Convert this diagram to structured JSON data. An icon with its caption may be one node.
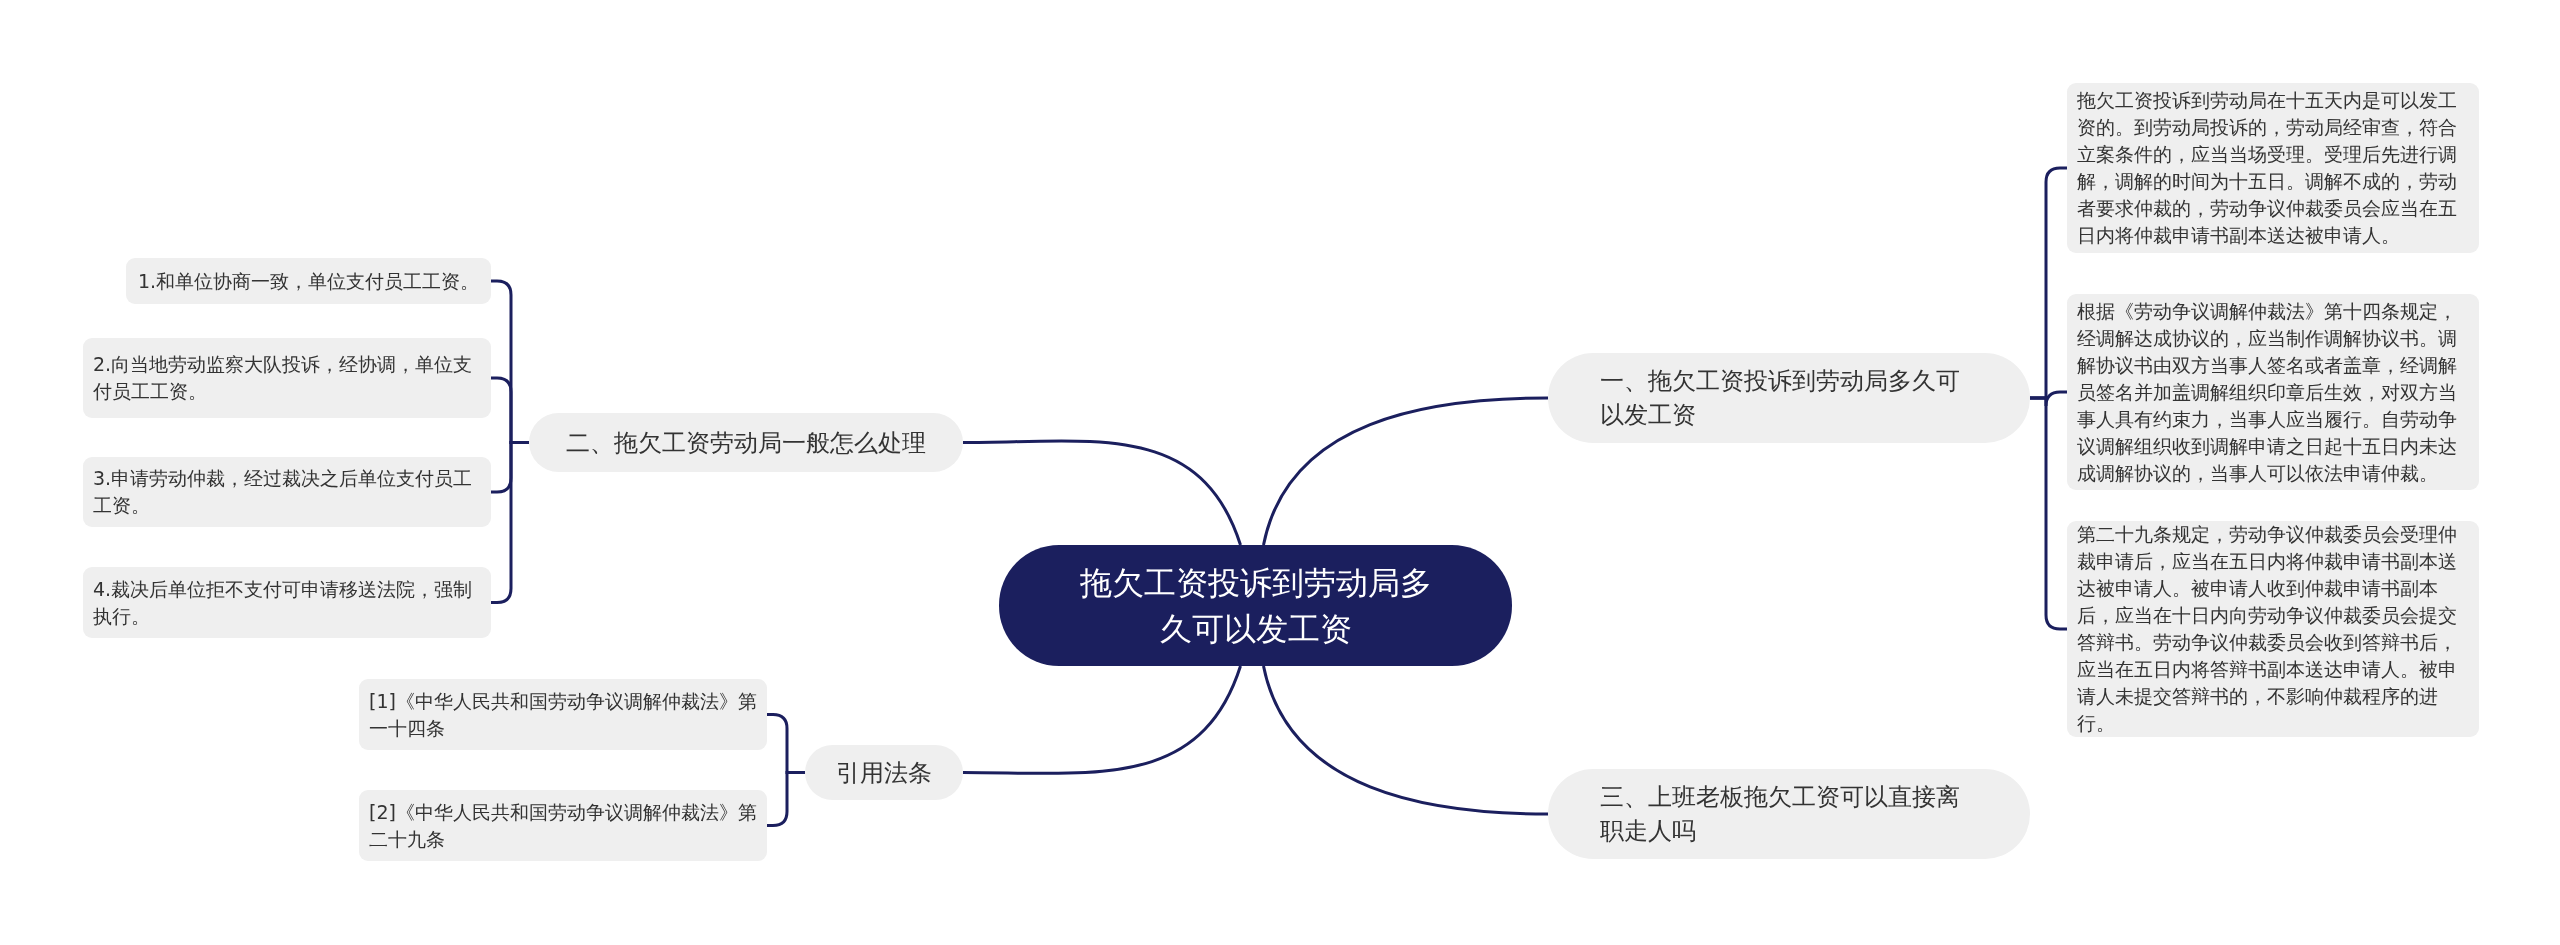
{
  "diagram": {
    "nodes": [
      {
        "text": [
          "拖欠工资投诉到劳动局多久可以发工资"
        ]
      },
      {
        "text": [
          "一、拖欠工资投诉到劳动局多久可以发工资"
        ]
      },
      {
        "text": [
          "拖欠工资投诉到劳动局在十五天内是可以发工资的。到劳动局投诉的，劳动局经审查，符合立案条件的，应当当场受理。受理后先进行调解，调解的时间为十五日。调解不成的，劳动者要求仲裁的，劳动争议仲裁委员会应当在五日内将仲裁申请书副本送达被申请人。"
        ]
      },
      {
        "text": [
          "根据《劳动争议调解仲裁法》第十四条规定，经调解达成协议的，应当制作调解协议书。调解协议书由双方当事人签名或者盖章，经调解员签名并加盖调解组织印章后生效，对双方当事人具有约束力，当事人应当履行。自劳动争议调解组织收到调解申请之日起十五日内未达成调解协议的，当事人可以依法申请仲裁。"
        ]
      },
      {
        "text": [
          "第二十九条规定，劳动争议仲裁委员会受理仲裁申请后，应当在五日内将仲裁申请书副本送达被申请人。被申请人收到仲裁申请书副本后，应当在十日内向劳动争议仲裁委员会提交答辩书。劳动争议仲裁委员会收到答辩书后，应当在五日内将答辩书副本送达申请人。被申请人未提交答辩书的，不影响仲裁程序的进行。"
        ]
      },
      {
        "text": [
          "二、拖欠工资劳动局一般怎么处理"
        ]
      },
      {
        "text": [
          "1.和单位协商一致，单位支付员工工资。"
        ]
      },
      {
        "text": [
          "2.向当地劳动监察大队投诉，经协调，单位支付员工工资。"
        ]
      },
      {
        "text": [
          "3.申请劳动仲裁，经过裁决之后单位支付员工工资。"
        ]
      },
      {
        "text": [
          "4.裁决后单位拒不支付可申请移送法院，强制执行。"
        ]
      },
      {
        "text": [
          "引用法条"
        ]
      },
      {
        "text": [
          "[1]《中华人民共和国劳动争议调解仲裁法》第一十四条"
        ]
      },
      {
        "text": [
          "[2]《中华人民共和国劳动争议调解仲裁法》第二十九条"
        ]
      },
      {
        "text": [
          "三、上班老板拖欠工资可以直接离职走人吗"
        ]
      }
    ],
    "edges": [
      {
        "from": 0,
        "to": 1,
        "arrow": "none"
      },
      {
        "from": 1,
        "to": 2,
        "arrow": "none"
      },
      {
        "from": 1,
        "to": 3,
        "arrow": "none"
      },
      {
        "from": 1,
        "to": 4,
        "arrow": "none"
      },
      {
        "from": 0,
        "to": 5,
        "arrow": "none"
      },
      {
        "from": 5,
        "to": 6,
        "arrow": "none"
      },
      {
        "from": 5,
        "to": 7,
        "arrow": "none"
      },
      {
        "from": 5,
        "to": 8,
        "arrow": "none"
      },
      {
        "from": 5,
        "to": 9,
        "arrow": "none"
      },
      {
        "from": 0,
        "to": 10,
        "arrow": "none"
      },
      {
        "from": 10,
        "to": 11,
        "arrow": "none"
      },
      {
        "from": 10,
        "to": 12,
        "arrow": "none"
      },
      {
        "from": 0,
        "to": 13,
        "arrow": "none"
      }
    ]
  }
}
